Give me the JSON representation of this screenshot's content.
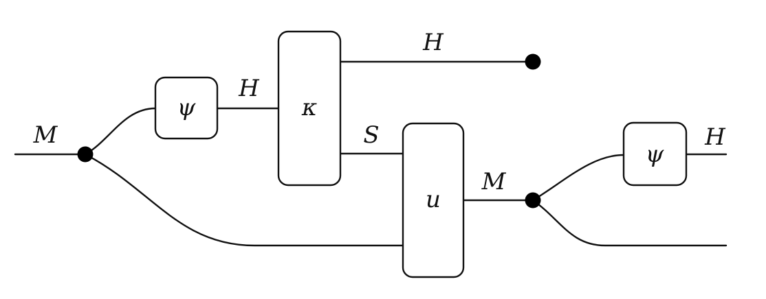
{
  "diagram": {
    "boxes": {
      "psi_left": "ψ",
      "kappa": "κ",
      "u": "u",
      "psi_right": "ψ"
    },
    "wires": {
      "input": "M",
      "psi_to_kappa": "H",
      "kappa_top_out": "H",
      "kappa_to_u": "S",
      "u_out": "M",
      "output_top": "H"
    }
  }
}
